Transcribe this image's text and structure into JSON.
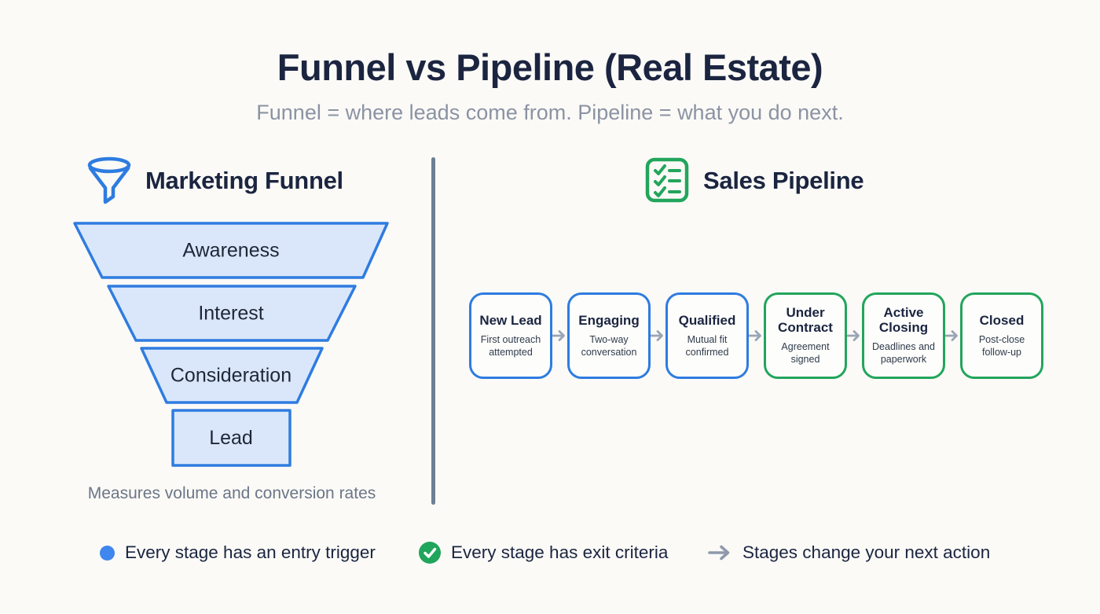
{
  "title": "Funnel vs Pipeline (Real Estate)",
  "subtitle": "Funnel = where leads come from. Pipeline = what you do next.",
  "funnel": {
    "heading": "Marketing Funnel",
    "icon": "funnel-icon",
    "stages": [
      "Awareness",
      "Interest",
      "Consideration",
      "Lead"
    ],
    "caption": "Measures volume and conversion rates"
  },
  "pipeline": {
    "heading": "Sales Pipeline",
    "icon": "checklist-icon",
    "stages": [
      {
        "title": "New Lead",
        "subtitle": "First outreach attempted",
        "color": "blue"
      },
      {
        "title": "Engaging",
        "subtitle": "Two-way conversation",
        "color": "blue"
      },
      {
        "title": "Qualified",
        "subtitle": "Mutual fit confirmed",
        "color": "blue"
      },
      {
        "title": "Under Contract",
        "subtitle": "Agreement signed",
        "color": "green"
      },
      {
        "title": "Active Closing",
        "subtitle": "Deadlines and paperwork",
        "color": "green"
      },
      {
        "title": "Closed",
        "subtitle": "Post-close follow-up",
        "color": "green"
      }
    ]
  },
  "legend": [
    {
      "icon": "blue-dot-icon",
      "text": "Every stage has an entry trigger"
    },
    {
      "icon": "green-check-icon",
      "text": "Every stage has exit criteria"
    },
    {
      "icon": "gray-arrow-icon",
      "text": "Stages change your next action"
    }
  ],
  "colors": {
    "background": "#fbfaf7",
    "dark_navy_text": "#1b2540",
    "subtitle_gray": "#8b93a3",
    "funnel_border_blue": "#2e7ce0",
    "funnel_fill_blue": "#dae7fb",
    "pipeline_green": "#22a55c",
    "legend_dot_blue": "#3f86ee",
    "arrow_gray": "#9aa5b4",
    "divider_gray": "#6e7f96",
    "caption_gray": "#6b7687"
  }
}
